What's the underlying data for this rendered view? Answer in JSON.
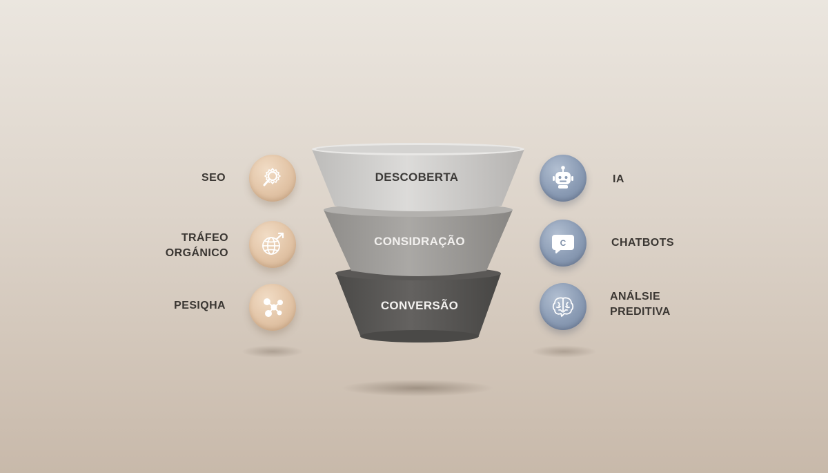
{
  "funnel": {
    "stages": [
      {
        "label": "DESCOBERTA",
        "color": "#c9c8c6"
      },
      {
        "label": "CONSIDRAÇÃO",
        "color": "#a19f9c"
      },
      {
        "label": "CONVERSÃO",
        "color": "#5f5d5a"
      }
    ]
  },
  "left_items": [
    {
      "label_lines": [
        "SEO"
      ],
      "icon": "seo-gear-magnifier-icon"
    },
    {
      "label_lines": [
        "TRÁFEO",
        "ORGÁNICO"
      ],
      "icon": "globe-arrow-icon"
    },
    {
      "label_lines": [
        "PESIQHA"
      ],
      "icon": "network-nodes-icon"
    }
  ],
  "right_items": [
    {
      "label_lines": [
        "IA"
      ],
      "icon": "robot-icon"
    },
    {
      "label_lines": [
        "CHATBOTS"
      ],
      "icon": "chat-bubble-icon"
    },
    {
      "label_lines": [
        "ANÁLSIE",
        "PREDITIVA"
      ],
      "icon": "brain-icon"
    }
  ],
  "colors": {
    "left_badge": "#e2c4a6",
    "right_badge": "#8a9bb4",
    "text": "#3a3632"
  }
}
